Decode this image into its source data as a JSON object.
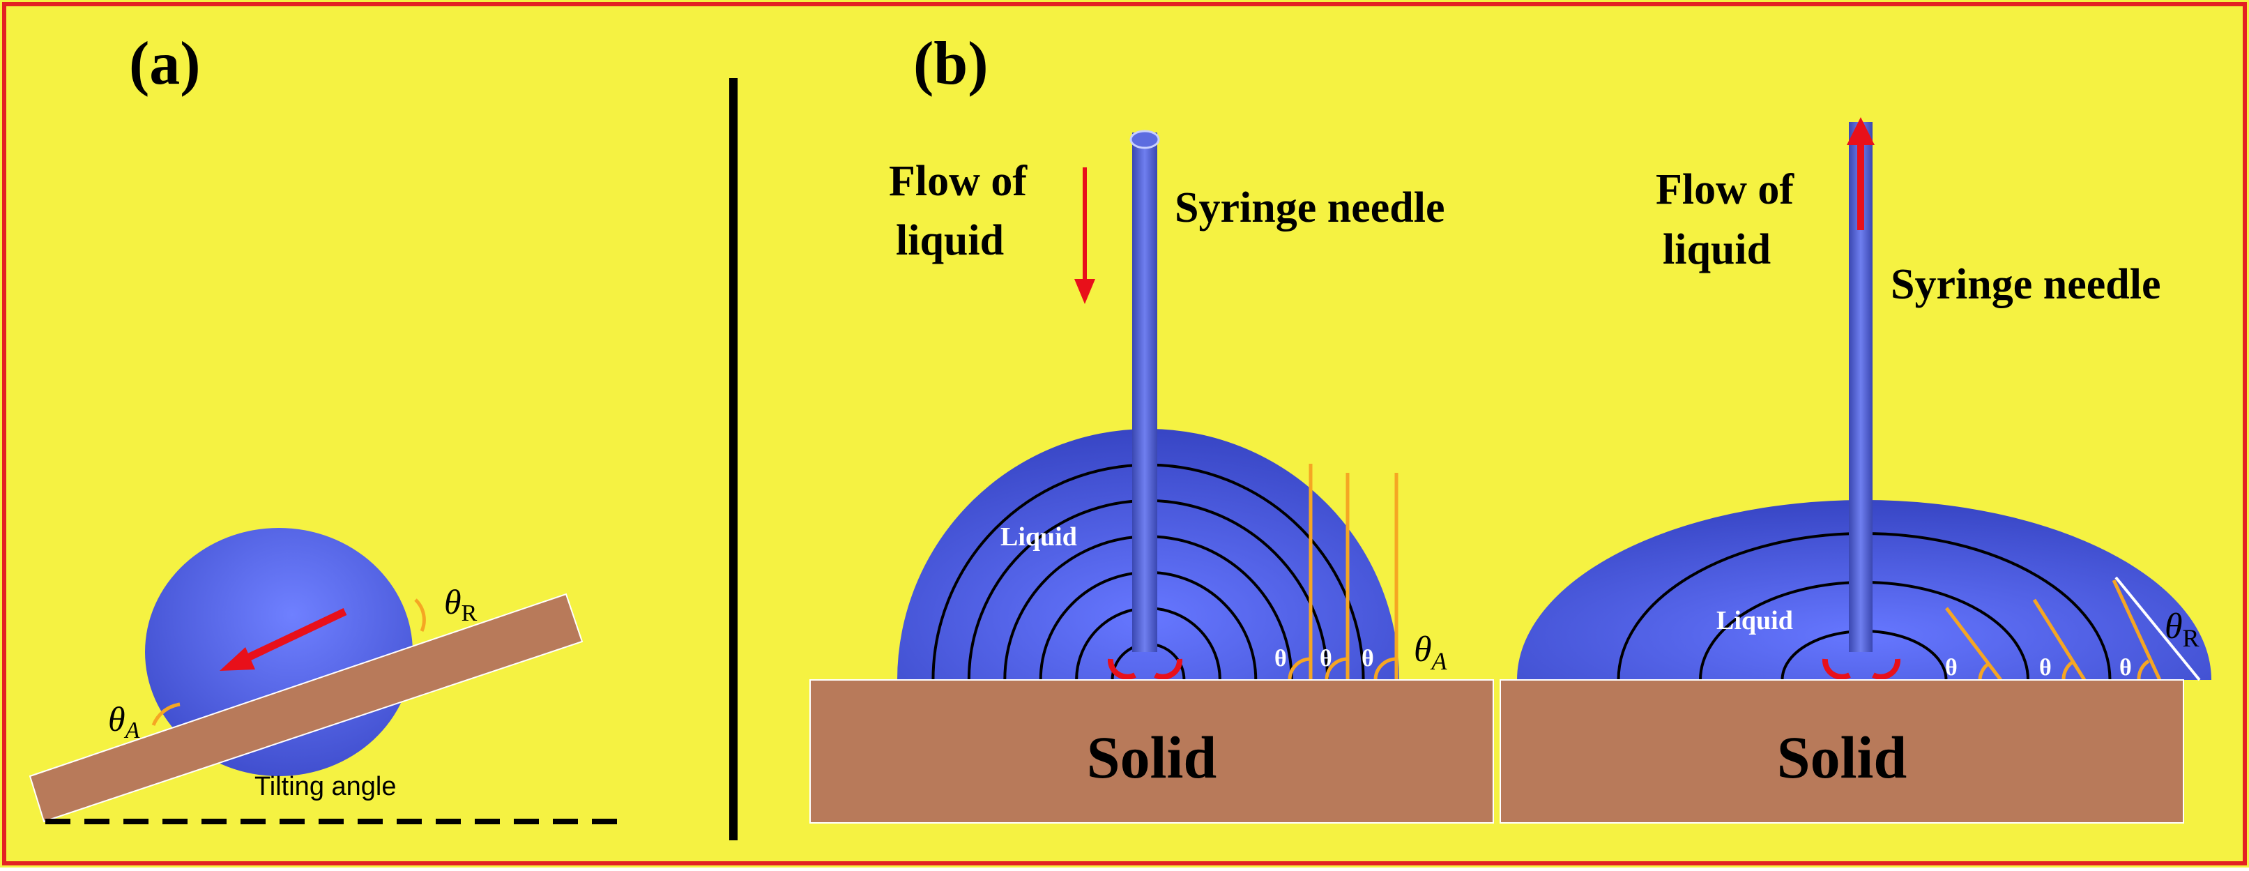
{
  "colors": {
    "background": "#f5f242",
    "frame": "#e32222",
    "liquid": "#5566ee",
    "solid": "#b87a5a",
    "needle": "#4e5fd0",
    "arrow": "#e8101a",
    "angle_line": "#f5a623"
  },
  "panel_a": {
    "label": "(a)",
    "theta_advancing": "θ",
    "theta_advancing_sub": "A",
    "theta_receding": "θ",
    "theta_receding_sub": "R",
    "tilt_label": "Tilting angle"
  },
  "panel_b": {
    "label": "(b)",
    "left": {
      "flow_line1": "Flow of",
      "flow_line2": "liquid",
      "needle_label": "Syringe needle",
      "liquid_label": "Liquid",
      "solid_label": "Solid",
      "theta_small": [
        "θ",
        "θ",
        "θ"
      ],
      "theta_main": "θ",
      "theta_main_sub": "A"
    },
    "right": {
      "flow_line1": "Flow of",
      "flow_line2": "liquid",
      "needle_label": "Syringe needle",
      "liquid_label": "Liquid",
      "solid_label": "Solid",
      "theta_small": [
        "θ",
        "θ",
        "θ"
      ],
      "theta_main": "θ",
      "theta_main_sub": "R"
    }
  }
}
